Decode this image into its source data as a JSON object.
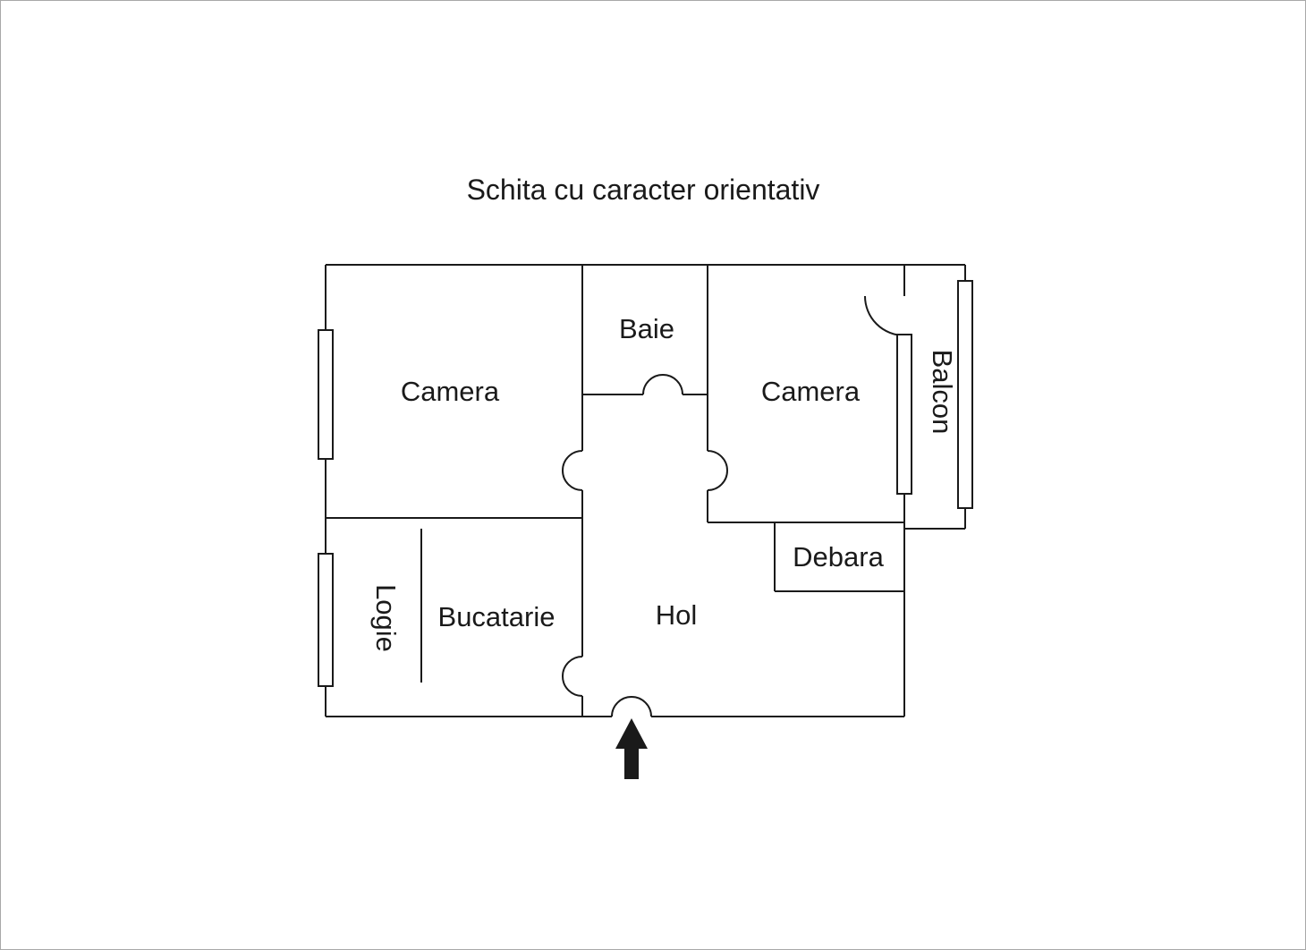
{
  "title": "Schita cu caracter orientativ",
  "rooms": {
    "camera_left": "Camera",
    "baie": "Baie",
    "camera_right": "Camera",
    "balcon": "Balcon",
    "debara": "Debara",
    "hol": "Hol",
    "bucatarie": "Bucatarie",
    "logie": "Logie"
  },
  "icons": {
    "entrance_arrow": "up-arrow-entrance-marker"
  },
  "colors": {
    "wall": "#1a1a1a",
    "background": "#ffffff",
    "arrow": "#1a1a1a",
    "canvas_border": "#a8a8a8"
  }
}
